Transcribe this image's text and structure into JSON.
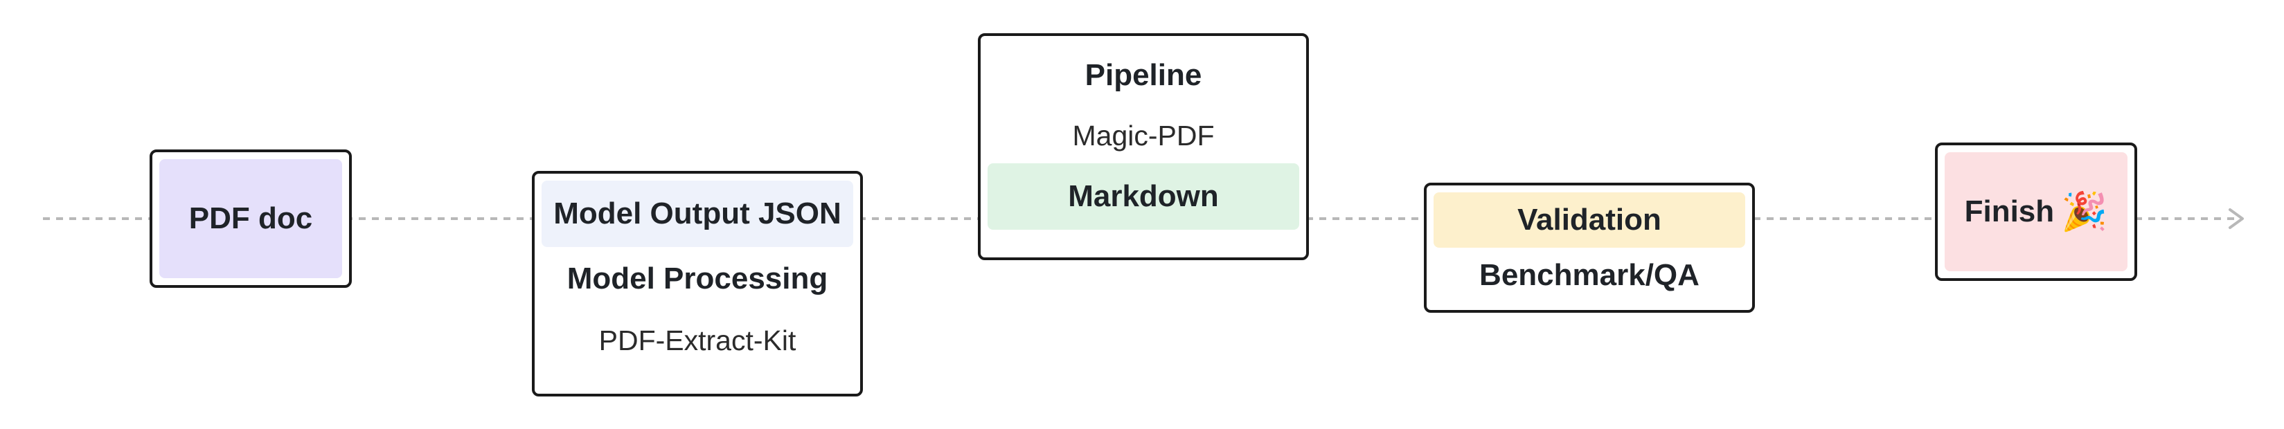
{
  "diagram": {
    "nodes": [
      {
        "id": "pdf-doc",
        "rows": [
          {
            "text": "PDF doc",
            "style": "bold",
            "fill": "#e5e0fb"
          }
        ]
      },
      {
        "id": "model",
        "rows": [
          {
            "text": "Model Output JSON",
            "style": "bold",
            "fill": "#eef2fb"
          },
          {
            "text": "Model Processing",
            "style": "bold",
            "fill": "#ffffff"
          },
          {
            "text": "PDF-Extract-Kit",
            "style": "light",
            "fill": "#ffffff"
          }
        ]
      },
      {
        "id": "pipeline",
        "rows": [
          {
            "text": "Pipeline",
            "style": "bold",
            "fill": "#ffffff"
          },
          {
            "text": "Magic-PDF",
            "style": "light",
            "fill": "#ffffff"
          },
          {
            "text": "Markdown",
            "style": "bold",
            "fill": "#dff3e4"
          }
        ]
      },
      {
        "id": "validation",
        "rows": [
          {
            "text": "Validation",
            "style": "bold",
            "fill": "#fdf0cc"
          },
          {
            "text": "Benchmark/QA",
            "style": "bold",
            "fill": "#ffffff"
          }
        ]
      },
      {
        "id": "finish",
        "rows": [
          {
            "text": "Finish",
            "style": "bold",
            "fill": "#fce0e2",
            "emoji": "🎉"
          }
        ]
      }
    ],
    "line_color": "#b8b8b8"
  }
}
